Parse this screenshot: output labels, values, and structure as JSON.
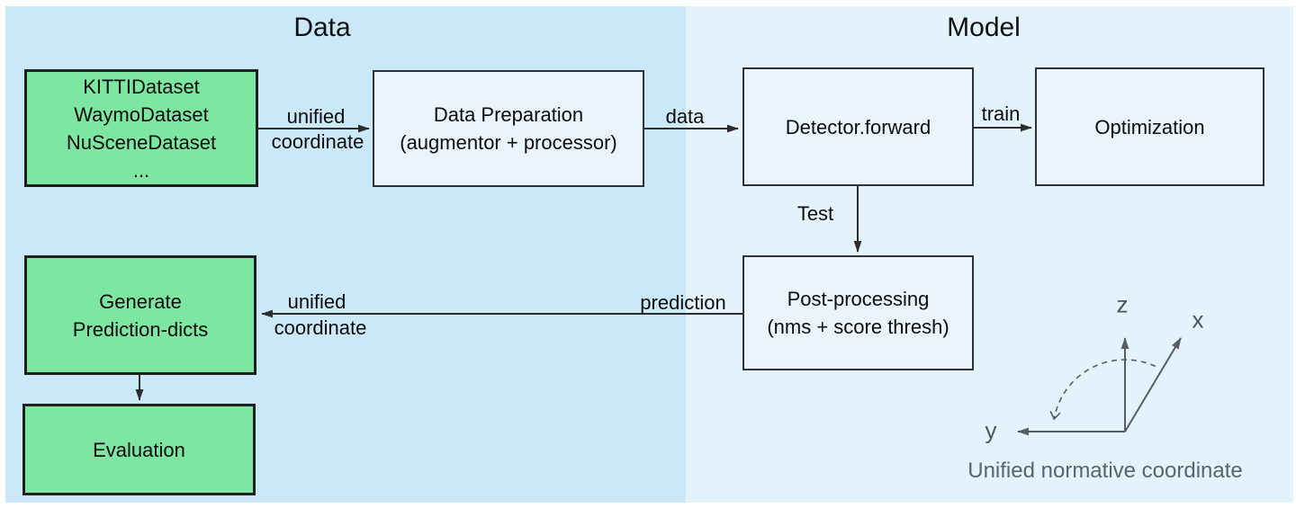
{
  "sections": {
    "data_title": "Data",
    "model_title": "Model"
  },
  "boxes": {
    "datasets": {
      "lines": [
        "KITTIDataset",
        "WaymoDataset",
        "NuSceneDataset",
        "..."
      ]
    },
    "data_preparation": {
      "lines": [
        "Data Preparation",
        "(augmentor + processor)"
      ]
    },
    "detector": {
      "lines": [
        "Detector.forward"
      ]
    },
    "optimization": {
      "lines": [
        "Optimization"
      ]
    },
    "post_processing": {
      "lines": [
        "Post-processing",
        "(nms + score thresh)"
      ]
    },
    "generate_prediction": {
      "lines": [
        "Generate",
        "Prediction-dicts"
      ]
    },
    "evaluation": {
      "lines": [
        "Evaluation"
      ]
    }
  },
  "edge_labels": {
    "unified_top": {
      "line1": "unified",
      "line2": "coordinate"
    },
    "data": "data",
    "train": "train",
    "test": "Test",
    "prediction": "prediction",
    "unified_bottom": {
      "line1": "unified",
      "line2": "coordinate"
    }
  },
  "axes": {
    "z": "z",
    "x": "x",
    "y": "y",
    "caption": "Unified normative coordinate"
  },
  "colors": {
    "left_panel_bg": "#cbe8f8",
    "right_panel_bg": "#e3f2fb",
    "green_box_fill": "#7de6a1",
    "blue_box_fill": "#e9f4fc",
    "green_box_border": "#1f1f1f",
    "blue_box_border": "#2e3436",
    "flow_line": "#2d2d2d",
    "axis_line": "#565e64",
    "axis_text": "#4e565c"
  }
}
